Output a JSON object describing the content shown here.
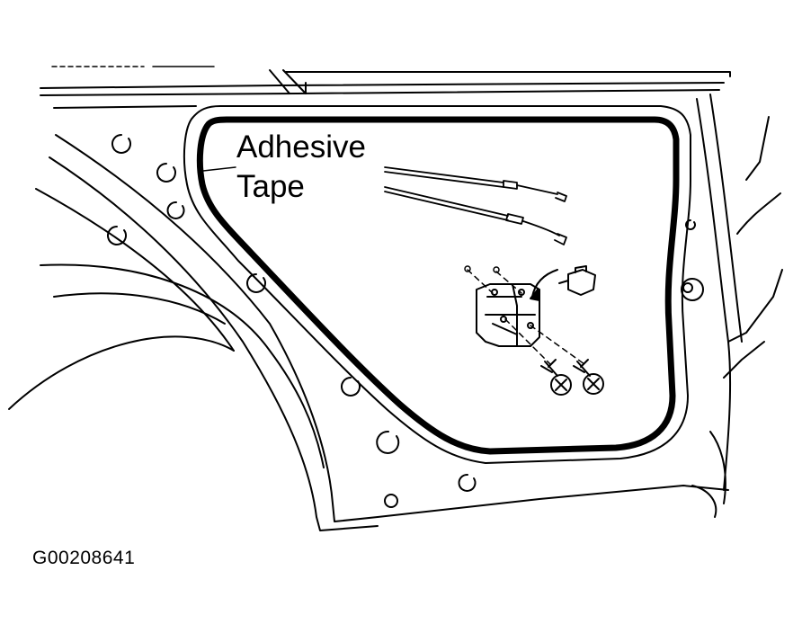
{
  "callout": {
    "line1": "Adhesive",
    "line2": "Tape"
  },
  "figure_id": "G00208641",
  "icons": [
    "door-panel-outline",
    "adhesive-tape-strip",
    "control-cable",
    "door-lock-actuator",
    "electrical-connector",
    "mounting-screw"
  ],
  "colors": {
    "line": "#000000",
    "background": "#ffffff"
  }
}
